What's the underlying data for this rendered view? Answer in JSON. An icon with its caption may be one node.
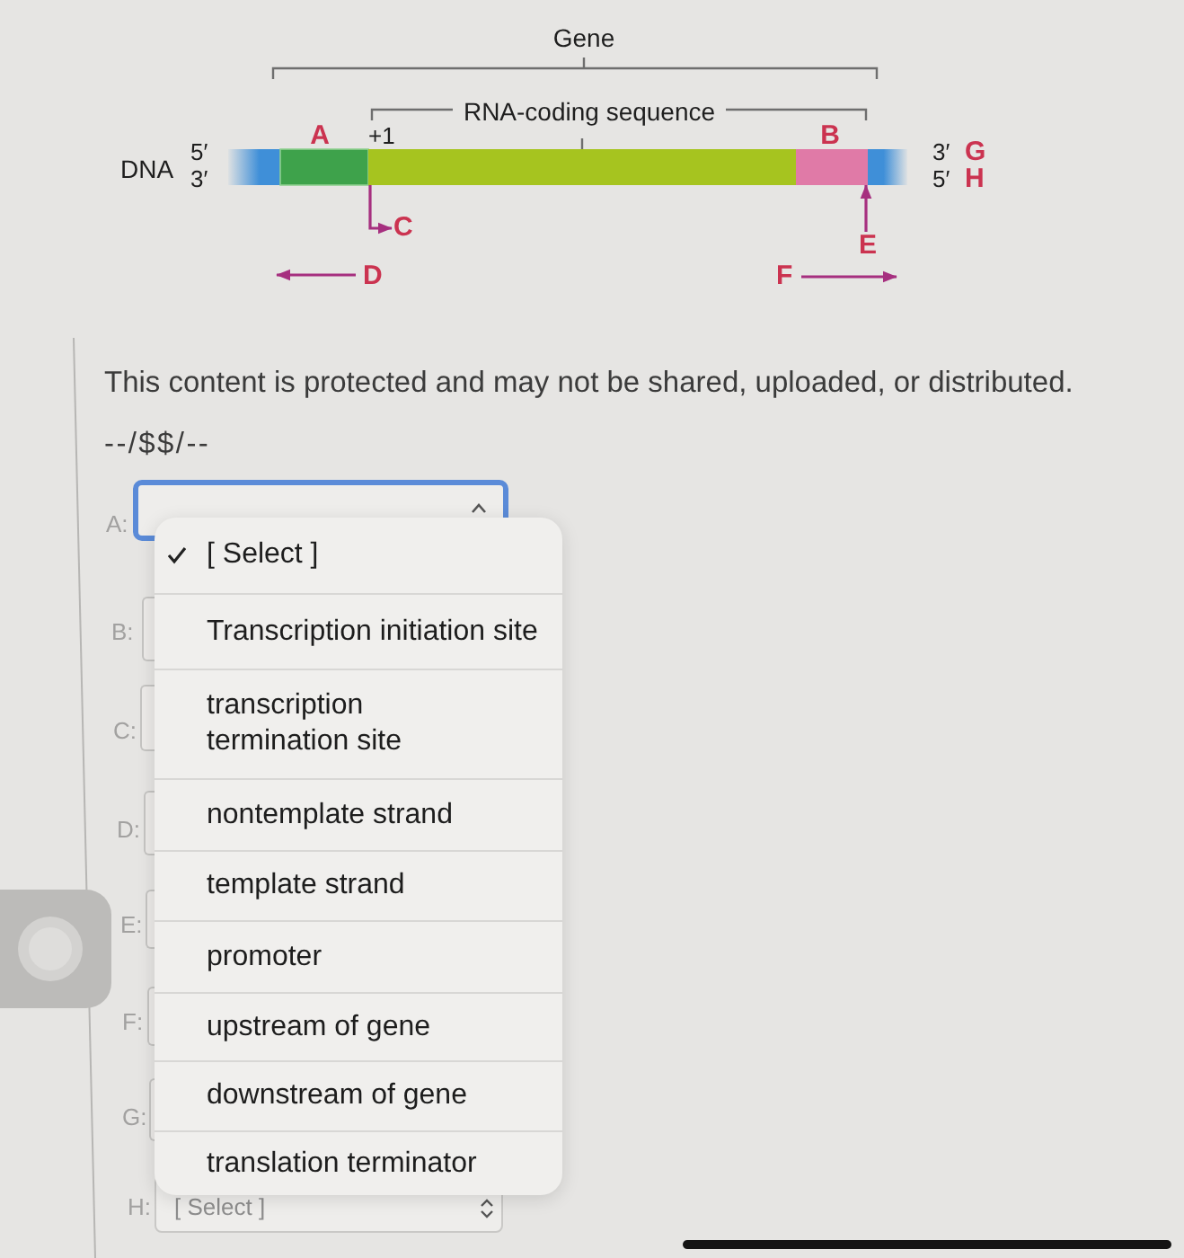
{
  "diagram": {
    "nodes": [
      {
        "text": [],
        "shape": "bar",
        "beside": [
          "+1"
        ]
      },
      {
        "text": [
          "C"
        ]
      },
      {
        "text": [],
        "shape": "bar",
        "beside": [
          "B"
        ]
      },
      {
        "text": [
          "E"
        ]
      }
    ],
    "edges": [
      {
        "from": 0,
        "to": 1,
        "arrow": "to"
      },
      {
        "from": 3,
        "to": 2,
        "arrow": "to"
      }
    ],
    "labels": [
      "Gene",
      "RNA-coding sequence",
      "A",
      "DNA",
      "5′",
      "3′",
      "3′",
      "G",
      "5′",
      "H",
      "D",
      "F",
      "This content is protected and may not be shared, uploaded, or distributed.",
      "--/$$/--",
      "A:",
      "[ Select ]",
      "B:",
      "Transcription initiation site",
      "C:",
      "transcription termination site",
      "D:",
      "nontemplate strand",
      "template strand",
      "E:",
      "promoter",
      "F:",
      "upstream of gene",
      "G:",
      "downstream of gene",
      "translation terminator",
      "H:",
      "[ Select ]"
    ]
  }
}
